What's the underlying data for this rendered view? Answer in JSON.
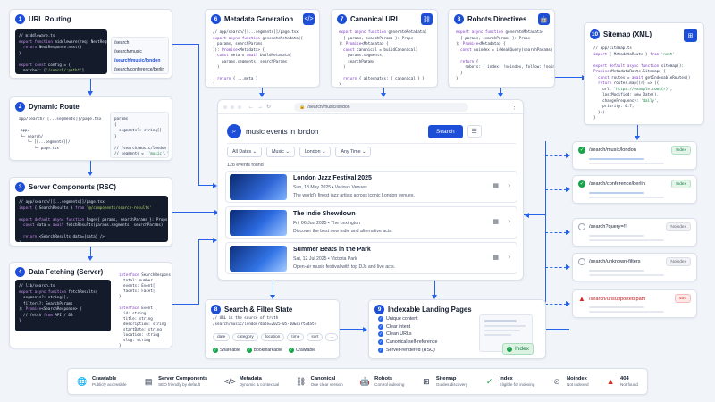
{
  "steps": {
    "s1": {
      "num": "1",
      "title": "URL Routing",
      "code": [
        "// middleware.ts",
        "export function middleware(req: NextRequest) {",
        "  return NextResponse.next()",
        "}",
        "",
        "export const config = {",
        "  matcher: ['/search/:path*']",
        "}"
      ],
      "routes": [
        "/search",
        "/search/music",
        "/search/music/london",
        "/search/conference/berlin"
      ]
    },
    "s2": {
      "num": "2",
      "title": "Dynamic Route",
      "path": "app/search/[[...segments]]/page.tsx",
      "tree": [
        "app/",
        "└─ search/",
        "   └─ [[...segments]]/",
        "      └─ page.tsx"
      ],
      "params": [
        "params",
        "{",
        "  segments?: string[]",
        "}",
        "",
        "// /search/music/london",
        "// segments = ['music','london']"
      ]
    },
    "s3": {
      "num": "3",
      "title": "Server Components (RSC)",
      "code": [
        "// app/search/[[...segments]]/page.tsx",
        "import { SearchResults } from '@/components/search-results'",
        "",
        "export default async function Page({ params, searchParams }: Props) {",
        "  const data = await fetchResults(params.segments, searchParams)",
        "",
        "  return <SearchResults data={data} />",
        "}"
      ]
    },
    "s4": {
      "num": "4",
      "title": "Data Fetching (Server)",
      "code": [
        "// lib/search.ts",
        "export async function fetchResults(",
        "  segments?: string[],",
        "  filters?: SearchParams",
        "): Promise<SearchResponse> {",
        "  // fetch from API / DB",
        "}"
      ],
      "types": [
        "interface SearchResponse {",
        "  total: number",
        "  events: Event[]",
        "  facets: Facet[]",
        "}",
        "",
        "interface Event {",
        "  id: string",
        "  title: string",
        "  description: string",
        "  startDate: string",
        "  location: string",
        "  slug: string",
        "}"
      ]
    },
    "s6": {
      "num": "6",
      "title": "Metadata Generation",
      "code": [
        "// app/search/[[...segments]]/page.tsx",
        "export async function generateMetadata({",
        "  params, searchParams",
        "}): Promise<Metadata> {",
        "  const meta = await buildMetadata(",
        "    params.segments, searchParams",
        "  )",
        "",
        "  return { ...meta }",
        "}"
      ]
    },
    "s7": {
      "num": "7",
      "title": "Canonical URL",
      "code": [
        "export async function generateMetadata(",
        "  { params, searchParams }: Props",
        "): Promise<Metadata> {",
        "  const canonical = buildCanonical(",
        "    params.segments,",
        "    searchParams",
        "  )",
        "",
        "  return { alternates: { canonical } }",
        "}"
      ]
    },
    "s8": {
      "num": "8",
      "title": "Robots Directives",
      "code": [
        "export async function generateMetadata(",
        "  { params, searchParams }: Props",
        "): Promise<Metadata> {",
        "  const noindex = isWeakQuery(searchParams)",
        "",
        "  return {",
        "    robots: { index: !noindex, follow: !noindex }",
        "  }",
        "}"
      ]
    },
    "s10": {
      "num": "10",
      "title": "Sitemap (XML)",
      "code": [
        "// app/sitemap.ts",
        "import { MetadataRoute } from 'next'",
        "",
        "export default async function sitemap():",
        "Promise<MetadataRoute.Sitemap> {",
        "  const routes = await getIndexableRoutes()",
        "  return routes.map((r) => ({",
        "    url: `https://example.com${r}`,",
        "    lastModified: new Date(),",
        "    changeFrequency: 'daily',",
        "    priority: 0.7,",
        "  }))",
        "}"
      ]
    },
    "s9state": {
      "num": "8",
      "title": "Search & Filter State",
      "comment": "// URL is the source of truth",
      "url": "/search/music/london?date=2025-05-10&sort=date",
      "chips": [
        "date",
        "category",
        "location",
        "time",
        "sort",
        "..."
      ],
      "flags": [
        "Shareable",
        "Bookmarkable",
        "Crawlable"
      ]
    },
    "s9": {
      "num": "9",
      "title": "Indexable Landing Pages",
      "items": [
        "Unique content",
        "Clear intent",
        "Clean URLs",
        "Canonical self-reference",
        "Server-rendered (RSC)"
      ],
      "badge": "Index"
    }
  },
  "browser": {
    "url": "/search/music/london",
    "query": "music events in london",
    "search_button": "Search",
    "filters": [
      "All Dates",
      "Music",
      "London",
      "Any Time"
    ],
    "count": "128 events found",
    "results": [
      {
        "title": "London Jazz Festival 2025",
        "meta": "Sun, 18 May 2025  •  Various Venues",
        "desc": "The world's finest jazz artists across iconic London venues."
      },
      {
        "title": "The Indie Showdown",
        "meta": "Fri, 06 Jun 2025  •  The Lexington",
        "desc": "Discover the best new indie and alternative acts."
      },
      {
        "title": "Summer Beats in the Park",
        "meta": "Sat, 12 Jul 2025  •  Victoria Park",
        "desc": "Open-air music festival with top DJs and live acts."
      }
    ]
  },
  "url_status": [
    {
      "path": "/search/music/london",
      "badge": "Index",
      "kind": "index"
    },
    {
      "path": "/search/conference/berlin",
      "badge": "Index",
      "kind": "index"
    },
    {
      "path": "/search?query=!!!",
      "badge": "Noindex",
      "kind": "noindex"
    },
    {
      "path": "/search/unknown-filters",
      "badge": "Noindex",
      "kind": "noindex"
    },
    {
      "path": "/search/unsupported/path",
      "badge": "404",
      "kind": "404"
    }
  ],
  "legend": [
    {
      "icon": "globe-icon",
      "title": "Crawlable",
      "sub": "Publicly accessible"
    },
    {
      "icon": "server-icon",
      "title": "Server Components",
      "sub": "SEO friendly by default"
    },
    {
      "icon": "code-icon",
      "title": "Metadata",
      "sub": "Dynamic & contextual"
    },
    {
      "icon": "link-icon",
      "title": "Canonical",
      "sub": "One clear version"
    },
    {
      "icon": "robot-icon",
      "title": "Robots",
      "sub": "Control indexing"
    },
    {
      "icon": "sitemap-icon",
      "title": "Sitemap",
      "sub": "Guides discovery"
    },
    {
      "icon": "check-icon",
      "title": "Index",
      "sub": "Eligible for indexing"
    },
    {
      "icon": "ban-icon",
      "title": "Noindex",
      "sub": "Not indexed"
    },
    {
      "icon": "warning-icon",
      "title": "404",
      "sub": "Not found"
    }
  ],
  "colors": {
    "accent": "#1d4ed8",
    "index": "#16a34a",
    "noindex": "#9ca3af",
    "error": "#dc2626"
  }
}
